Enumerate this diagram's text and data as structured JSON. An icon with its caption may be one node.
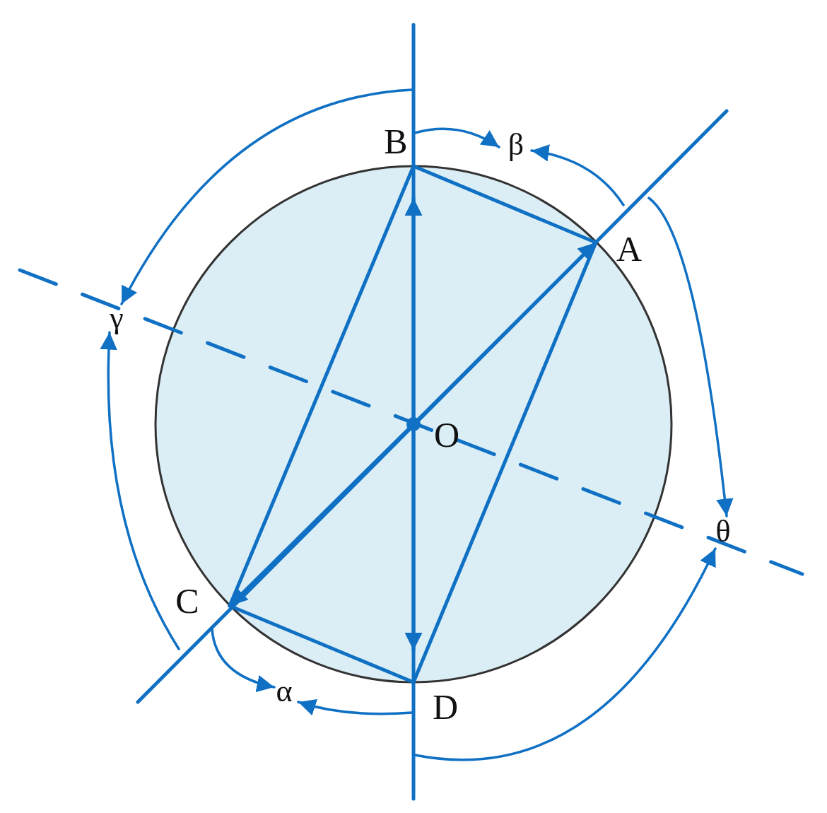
{
  "diagram": {
    "labels": [
      "B",
      "β",
      "A",
      "γ",
      "O",
      "θ",
      "C",
      "α",
      "D"
    ]
  }
}
